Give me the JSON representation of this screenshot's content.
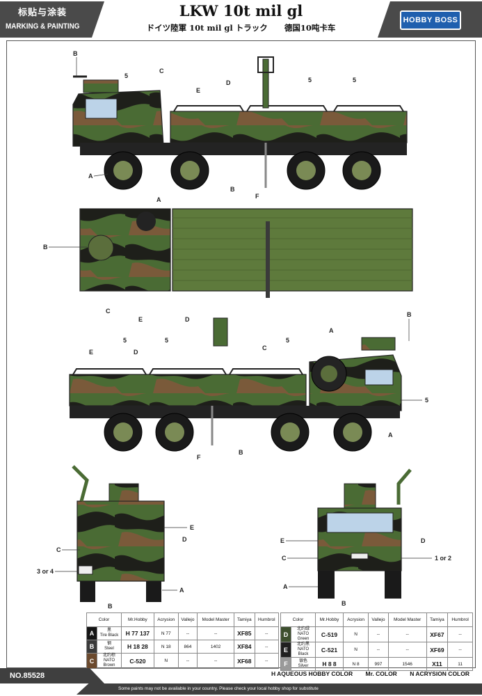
{
  "header": {
    "left_cn": "标贴与涂装",
    "left_en": "MARKING & PAINTING",
    "title": "LKW 10t mil gl",
    "subtitle_jp": "ドイツ陸軍 10t mil gl トラック",
    "subtitle_cn": "德国10吨卡车",
    "logo_text": "HOBBY BOSS"
  },
  "callouts": {
    "a": "A",
    "b": "B",
    "c": "C",
    "d": "D",
    "e": "E",
    "f": "F",
    "five": "5",
    "three_or_four": "3 or 4",
    "one_or_two": "1 or 2"
  },
  "colors": {
    "green": "#4a6b34",
    "brown": "#7a5a3a",
    "black": "#1e1f1a",
    "outline": "#222222",
    "accent_dot": "#c0185a"
  },
  "table": {
    "headers": [
      "Color",
      "Mr.Hobby",
      "Acrysion",
      "Vallejo",
      "Model Master",
      "Tamiya",
      "Humbrol"
    ],
    "left": [
      {
        "key": "A",
        "cn": "黑",
        "en": "Tire Black",
        "hobby": "H 77 137",
        "acry": "N 77",
        "vallejo": "--",
        "mm": "--",
        "tamiya": "XF85",
        "humbrol": "--",
        "swatch": "#151515"
      },
      {
        "key": "B",
        "cn": "钢",
        "en": "Steel",
        "hobby": "H 18 28",
        "acry": "N 18",
        "vallejo": "864",
        "mm": "1402",
        "tamiya": "XF84",
        "humbrol": "--",
        "swatch": "#3a3a3a"
      },
      {
        "key": "C",
        "cn": "北约棕",
        "en": "NATO Brown",
        "hobby": "C-520",
        "acry": "N",
        "vallejo": "--",
        "mm": "--",
        "tamiya": "XF68",
        "humbrol": "--",
        "swatch": "#6b4a2e"
      }
    ],
    "right": [
      {
        "key": "D",
        "cn": "北约绿",
        "en": "NATO Green",
        "hobby": "C-519",
        "acry": "N",
        "vallejo": "--",
        "mm": "--",
        "tamiya": "XF67",
        "humbrol": "--",
        "swatch": "#3d4f2e"
      },
      {
        "key": "E",
        "cn": "北约黑",
        "en": "NATO Black",
        "hobby": "C-521",
        "acry": "N",
        "vallejo": "--",
        "mm": "--",
        "tamiya": "XF69",
        "humbrol": "--",
        "swatch": "#202020"
      },
      {
        "key": "F",
        "cn": "银色",
        "en": "Silver",
        "hobby": "H 8 8",
        "acry": "N 8",
        "vallejo": "997",
        "mm": "1546",
        "tamiya": "X11",
        "humbrol": "11",
        "swatch": "#9a9a9a"
      }
    ]
  },
  "footer": {
    "number": "NO.85528",
    "legend_aqueous": "H AQUEOUS HOBBY COLOR",
    "legend_mr": "Mr. COLOR",
    "legend_acrysion": "N ACRYSION COLOR",
    "disclaimer": "Some paints may not be available in your country. Please check your local hobby shop for substitute"
  }
}
